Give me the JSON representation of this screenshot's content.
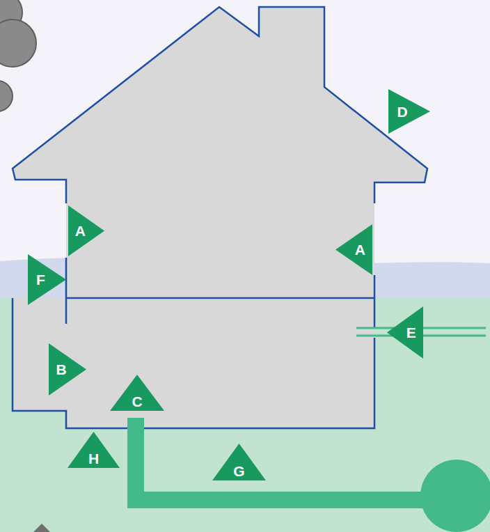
{
  "diagram": {
    "nodes": [
      {
        "text": [
          "D"
        ]
      },
      {
        "text": [
          "A"
        ]
      },
      {
        "text": [
          "A"
        ]
      },
      {
        "text": [
          "F"
        ]
      },
      {
        "text": [
          "E"
        ]
      },
      {
        "text": [
          "B"
        ]
      },
      {
        "text": [
          "C"
        ]
      },
      {
        "text": [
          "H"
        ]
      },
      {
        "text": [
          "G"
        ]
      }
    ]
  }
}
